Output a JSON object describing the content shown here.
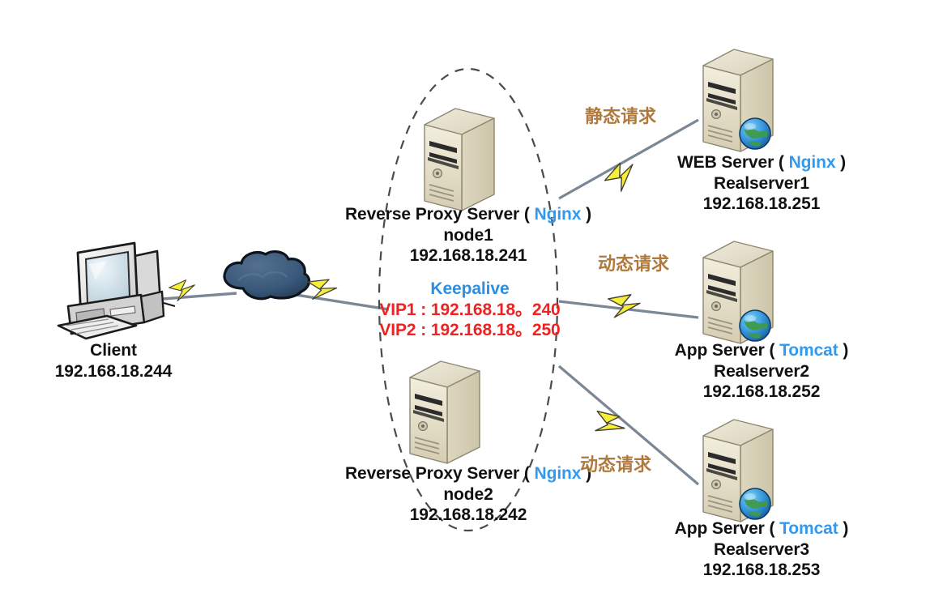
{
  "diagram": {
    "title": "Nginx Reverse Proxy with Keepalived High Availability",
    "type": "network-architecture"
  },
  "colors": {
    "accent_blue": "#3399ee",
    "vip_red": "#ee2222",
    "keepalive_blue": "#2e8fe0",
    "annotation_brown": "#b07a3c",
    "bolt_yellow": "#f7ef37",
    "cloud_navy": "#3f5f80",
    "server_beige": "#e8e3cf",
    "wire_gray": "#7b8794"
  },
  "client": {
    "name": "Client",
    "ip": "192.168.18.244",
    "icon": "desktop-computer-icon"
  },
  "cloud": {
    "icon": "network-cloud-icon"
  },
  "cluster": {
    "boundary": "dashed-ellipse",
    "keepalive_label": "Keepalive",
    "vips": [
      "VIP1 : 192.168.18。240",
      "VIP2 : 192.168.18。250"
    ],
    "nodes": [
      {
        "role": "Reverse Proxy Server",
        "software": "Nginx",
        "name": "node1",
        "ip": "192.168.18.241",
        "icon": "server-tower-icon"
      },
      {
        "role": "Reverse Proxy Server",
        "software": "Nginx",
        "name": "node2",
        "ip": "192.168.18.242",
        "icon": "server-tower-icon"
      }
    ]
  },
  "backends": [
    {
      "role": "WEB Server",
      "software": "Nginx",
      "name": "Realserver1",
      "ip": "192.168.18.251",
      "icon": "server-tower-globe-icon",
      "request_label": "静态请求"
    },
    {
      "role": "App Server",
      "software": "Tomcat",
      "name": "Realserver2",
      "ip": "192.168.18.252",
      "icon": "server-tower-globe-icon",
      "request_label": "动态请求"
    },
    {
      "role": "App Server",
      "software": "Tomcat",
      "name": "Realserver3",
      "ip": "192.168.18.253",
      "icon": "server-tower-globe-icon",
      "request_label": "动态请求"
    }
  ],
  "punctuation": {
    "open_paren": "(",
    "close_paren": ")"
  }
}
